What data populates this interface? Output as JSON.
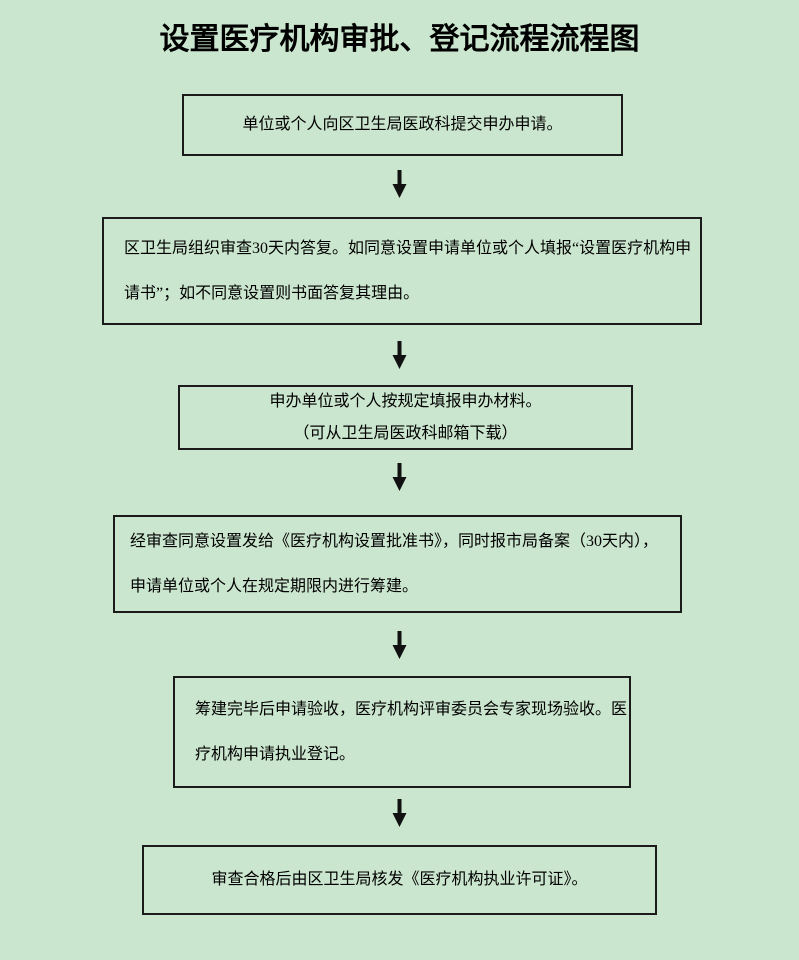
{
  "page": {
    "title": "设置医疗机构审批、登记流程流程图",
    "background_color": "#cbe6ce",
    "box_border_color": "#1b1b1b",
    "arrow_color": "#111111",
    "arrow_glyph": "↓"
  },
  "flow": {
    "steps": [
      {
        "name": "submit-application",
        "lines": [
          "单位或个人向区卫生局医政科提交申办申请。"
        ]
      },
      {
        "name": "bureau-review-reply",
        "lines": [
          "区卫生局组织审查30天内答复。如同意设置申请单位或个人填报“设置医疗机构申",
          "请书”；如不同意设置则书面答复其理由。"
        ]
      },
      {
        "name": "fill-materials",
        "lines": [
          "申办单位或个人按规定填报申办材料。",
          "（可从卫生局医政科邮箱下载）"
        ]
      },
      {
        "name": "approval-and-preparation",
        "lines": [
          "经审查同意设置发给《医疗机构设置批准书》，同时报市局备案（30天内），",
          "申请单位或个人在规定期限内进行筹建。"
        ]
      },
      {
        "name": "acceptance-and-registration",
        "lines": [
          "筹建完毕后申请验收，医疗机构评审委员会专家现场验收。医",
          "疗机构申请执业登记。"
        ]
      },
      {
        "name": "issue-license",
        "lines": [
          "审查合格后由区卫生局核发《医疗机构执业许可证》。"
        ]
      }
    ]
  }
}
